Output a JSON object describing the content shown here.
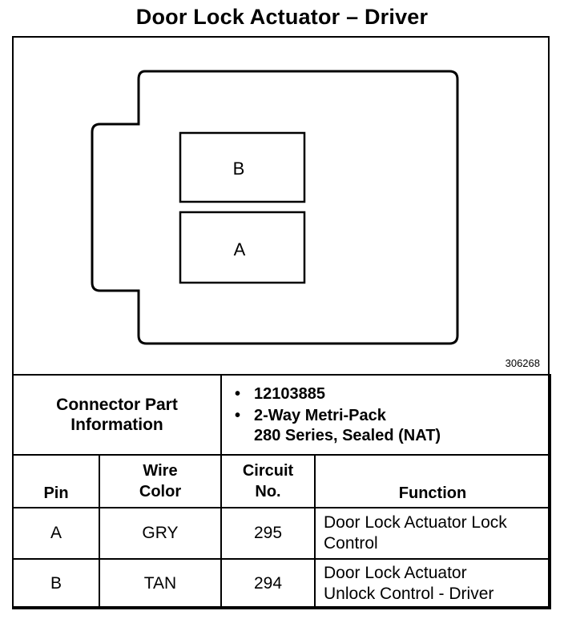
{
  "title": "Door Lock Actuator – Driver",
  "figure_id": "306268",
  "connector": {
    "pins_shown": [
      "B",
      "A"
    ]
  },
  "connector_info": {
    "label_line1": "Connector Part",
    "label_line2": "Information",
    "part_number": "12103885",
    "description_line1": "2-Way Metri-Pack",
    "description_line2": "280 Series, Sealed (NAT)"
  },
  "table": {
    "headers": {
      "pin": "Pin",
      "wire_color_line1": "Wire",
      "wire_color_line2": "Color",
      "circuit_line1": "Circuit",
      "circuit_line2": "No.",
      "function": "Function"
    },
    "rows": [
      {
        "pin": "A",
        "wire_color": "GRY",
        "circuit": "295",
        "function_line1": "Door Lock Actuator Lock",
        "function_line2": "Control"
      },
      {
        "pin": "B",
        "wire_color": "TAN",
        "circuit": "294",
        "function_line1": "Door Lock Actuator",
        "function_line2": "Unlock Control - Driver"
      }
    ]
  }
}
